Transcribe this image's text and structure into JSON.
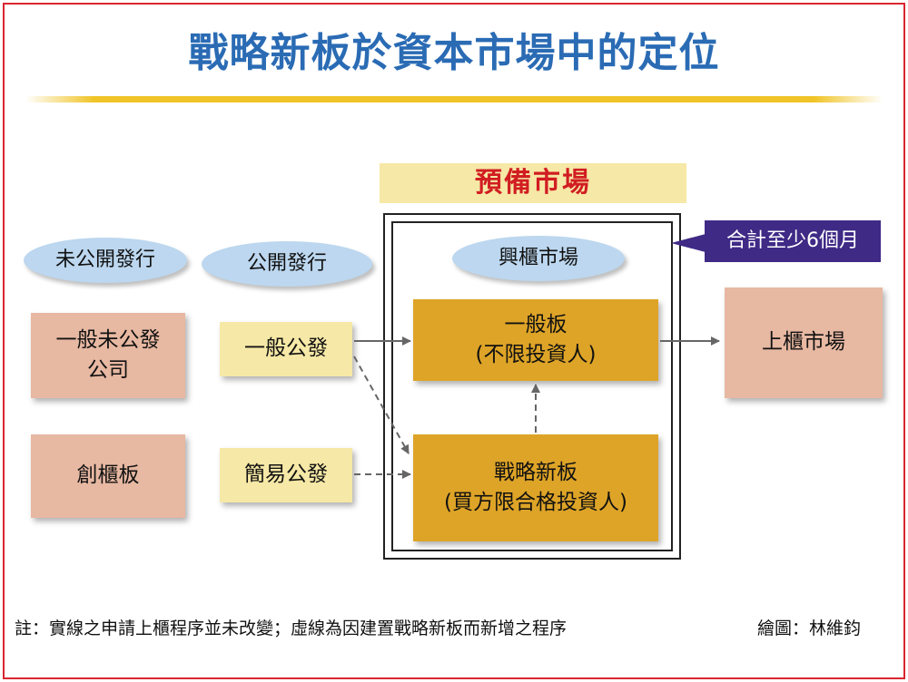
{
  "title": "戰略新板於資本市場中的定位",
  "preparatory_market": {
    "label": "預備市場",
    "duration_badge": "合計至少6個月",
    "emerging_market": "興櫃市場"
  },
  "columns": {
    "unlisted": "未公開發行",
    "public": "公開發行"
  },
  "boxes": {
    "general_unlisted_company": "一般未公發\n公司",
    "innovation_board": "創櫃板",
    "general_public_offering": "一般公發",
    "simplified_public_offering": "簡易公發",
    "general_board": "一般板\n(不限投資人)",
    "strategic_new_board": "戰略新板\n(買方限合格投資人)",
    "otc_market": "上櫃市場"
  },
  "footer": {
    "note": "註：實線之申請上櫃程序並未改變；虛線為因建置戰略新板而新增之程序",
    "credit": "繪圖：林維鈞"
  },
  "colors": {
    "title": "#2a6bb4",
    "accent_red": "#d11d22",
    "oval": "#bcd7ef",
    "pink_box": "#e7b8a2",
    "yellow_box": "#f6e8a6",
    "gold_box": "#dea427",
    "badge": "#3f2a86"
  }
}
